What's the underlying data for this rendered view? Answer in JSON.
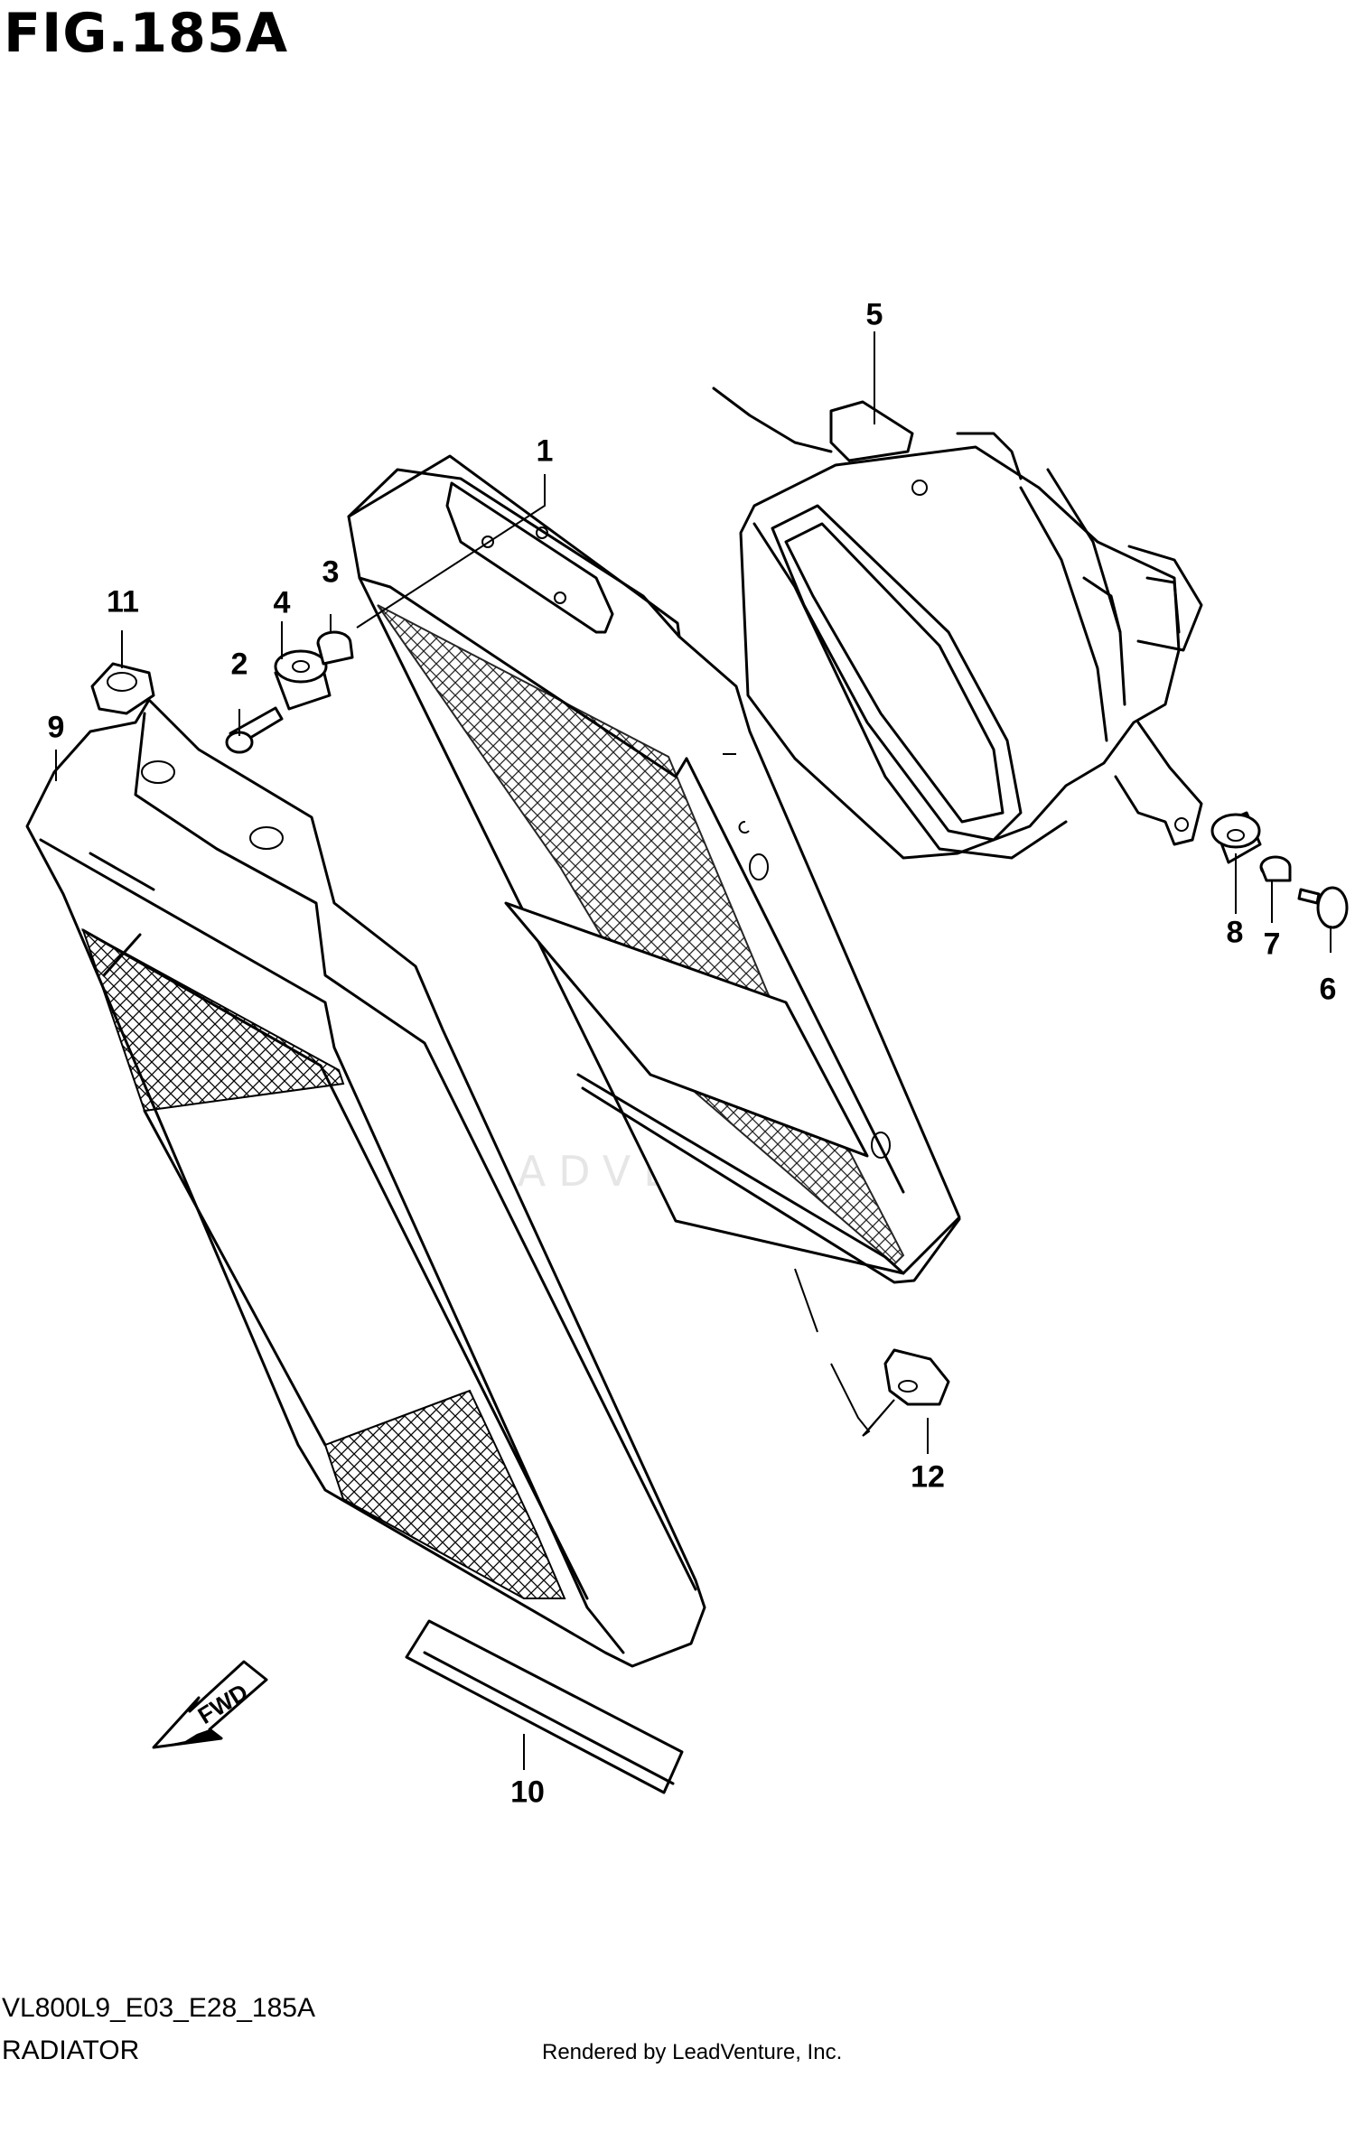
{
  "figure": {
    "title": "FIG.185A",
    "model_code": "VL800L9_E03_E28_185A",
    "diagram_name": "RADIATOR",
    "credit": "Rendered by LeadVenture, Inc.",
    "watermark": "LEADVENTURE",
    "direction_label": "FWD"
  },
  "callouts": [
    {
      "id": "1",
      "label": "1"
    },
    {
      "id": "2",
      "label": "2"
    },
    {
      "id": "3",
      "label": "3"
    },
    {
      "id": "4",
      "label": "4"
    },
    {
      "id": "5",
      "label": "5"
    },
    {
      "id": "6",
      "label": "6"
    },
    {
      "id": "7",
      "label": "7"
    },
    {
      "id": "8",
      "label": "8"
    },
    {
      "id": "9",
      "label": "9"
    },
    {
      "id": "10",
      "label": "10"
    },
    {
      "id": "11",
      "label": "11"
    },
    {
      "id": "12",
      "label": "12"
    }
  ]
}
